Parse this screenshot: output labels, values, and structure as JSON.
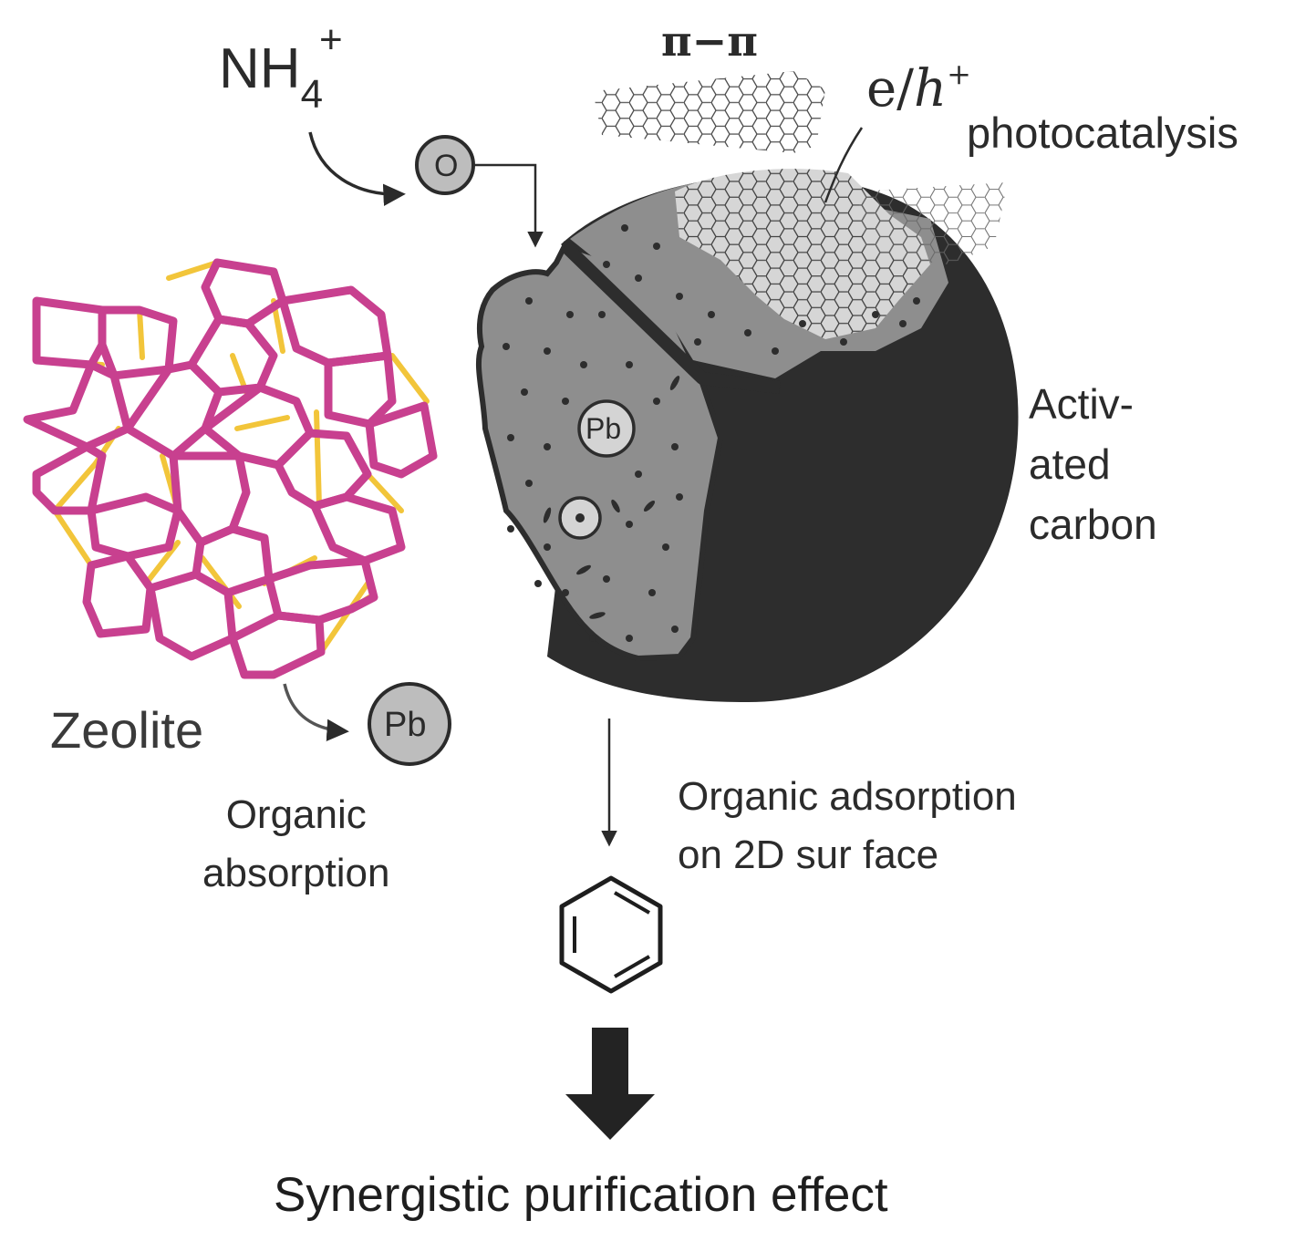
{
  "labels": {
    "nh4_main": "NH",
    "nh4_sub": "4",
    "nh4_sup": "+",
    "pi_pi": "π−π",
    "eh_e": "e/",
    "eh_h": "h",
    "eh_sup": "+",
    "photocatalysis": "photocatalysis",
    "oxygen_symbol": "O",
    "activated_carbon": [
      "Activ-",
      "ated",
      "carbon"
    ],
    "pb_inner": "Pb",
    "zeolite": "Zeolite",
    "pb_released": "Pb",
    "organic_absorption": [
      "Organic",
      "absorption"
    ],
    "organic_adsorption": [
      "Organic adsorption",
      "on 2D sur face"
    ],
    "conclusion": "Synergistic purification effect"
  },
  "colors": {
    "background": "#ffffff",
    "zeolite_framework": "#c8408f",
    "zeolite_bonds": "#f2c53a",
    "carbon_dark": "#2d2d2d",
    "carbon_porous": "#8e8e8e",
    "graphene_sheet": "#d6d6d6",
    "ion_circle": "#bdbdbd",
    "text": "#2b2b2b"
  },
  "icons": [
    "oxygen-ion-icon",
    "lead-ion-icon",
    "benzene-ring-icon",
    "graphene-sheet-icon",
    "down-arrow-icon"
  ]
}
